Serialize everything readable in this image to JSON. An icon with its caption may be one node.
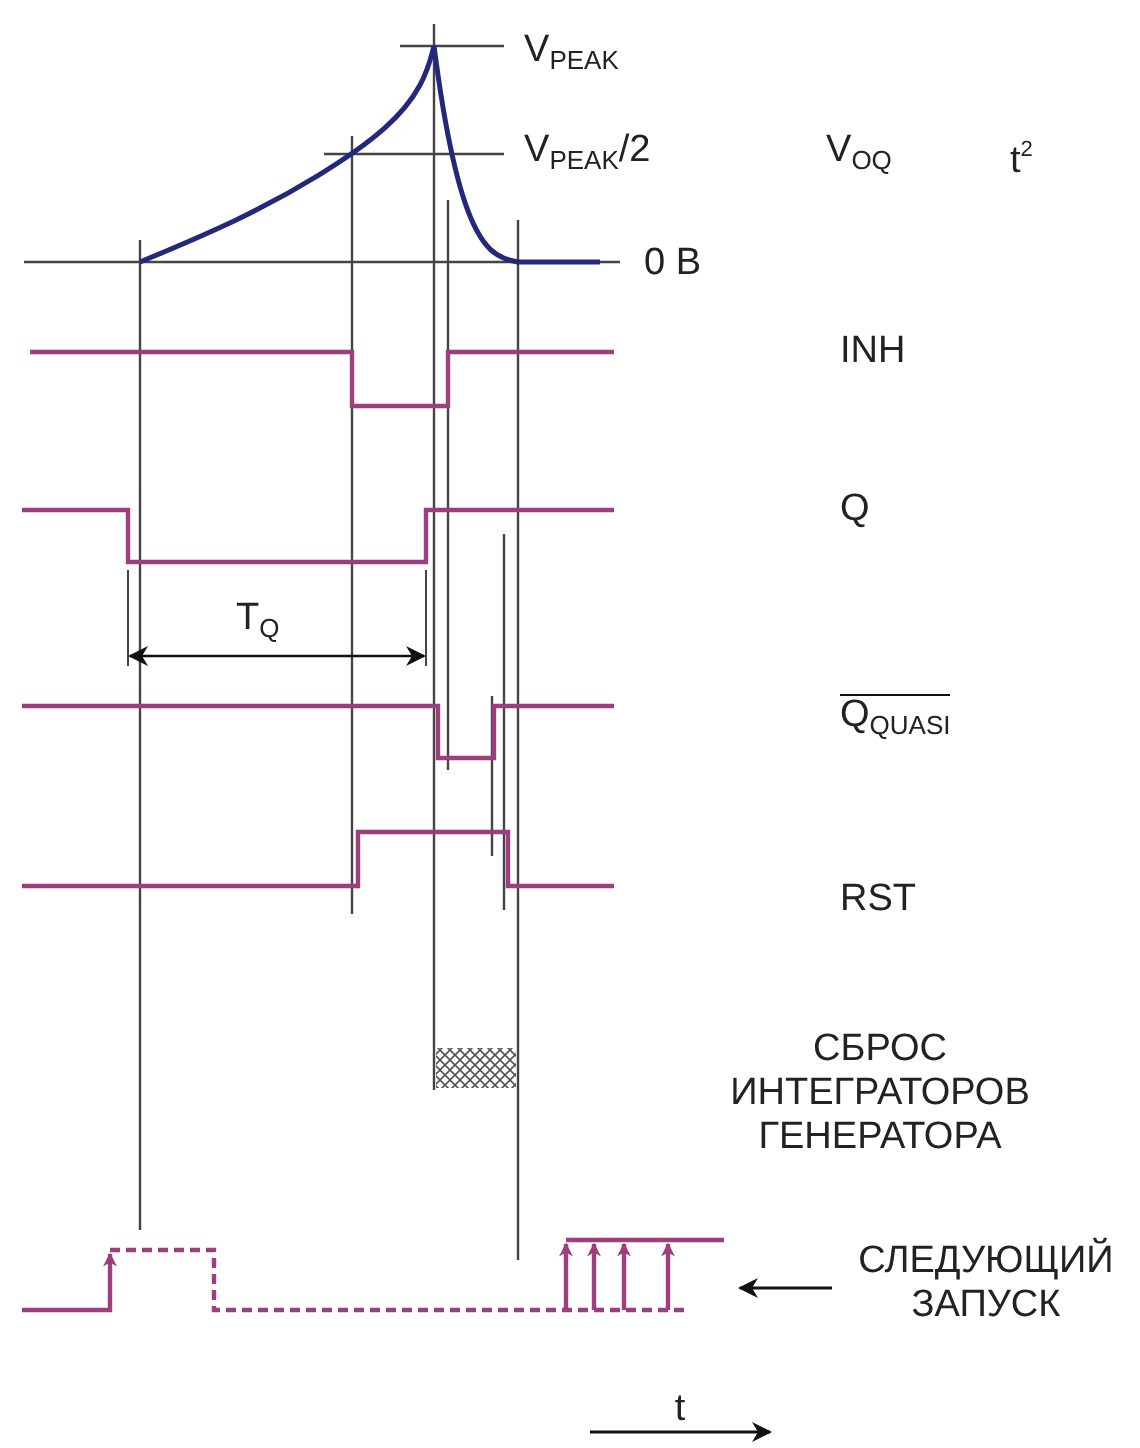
{
  "diagram": {
    "nodes": [
      {
        "text": [
          "СЛЕДУЮЩИЙ ЗАПУСК"
        ]
      },
      {
        "text": [],
        "shape": "picture"
      }
    ],
    "edges": [
      {
        "from": 0,
        "to": 1,
        "arrow": "to"
      }
    ],
    "labels": [
      "V$_{PEAK}$",
      "V$_{PEAK}$/2",
      "V$_{OQ}$",
      "t$^{2}$",
      "0 В",
      "INH",
      "Q",
      "T$_{Q}$",
      "Q$_{QUASI}$",
      "RST",
      "СБРОС ИНТЕГРАТОРОВ ГЕНЕРАТОРА",
      "t"
    ]
  }
}
